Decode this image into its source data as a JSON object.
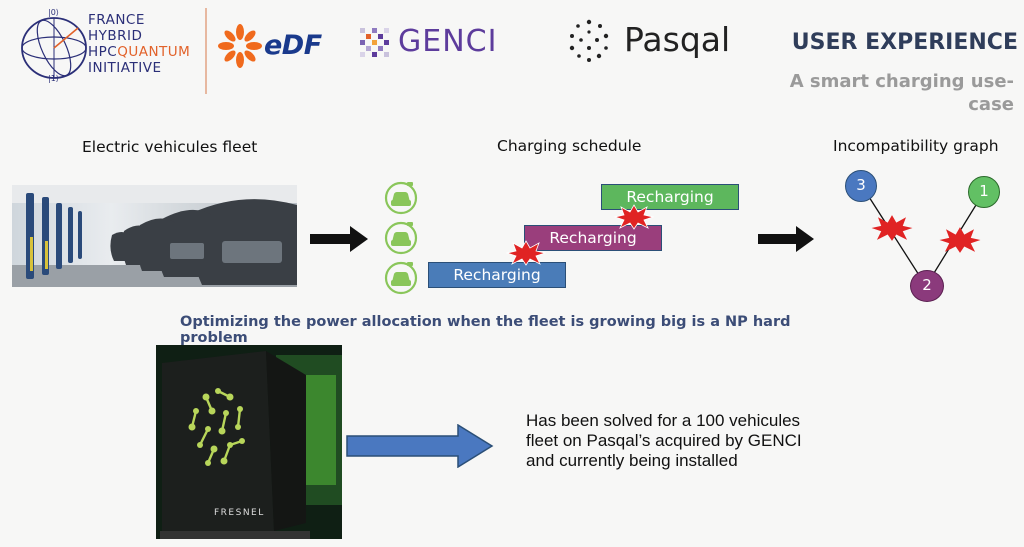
{
  "header": {
    "fh_logo": {
      "line1": "FRANCE",
      "line2": "HYBRID",
      "line3a": "HPC",
      "line3b": "QUANTUM",
      "line4": "INITIATIVE",
      "ket0": "|0⟩",
      "ket1": "|1⟩"
    },
    "edf_logo": "eDF",
    "genci_logo": "GENCI",
    "pasqal_logo": "Pasqal",
    "title": "USER EXPERIENCE",
    "subtitle_line1": "A smart charging use-",
    "subtitle_line2": "case"
  },
  "sections": {
    "fleet_label": "Electric vehicules fleet",
    "schedule_label": "Charging schedule",
    "graph_label": "Incompatibility graph"
  },
  "schedule": {
    "bars": [
      "Recharging",
      "Recharging",
      "Recharging"
    ]
  },
  "graph": {
    "nodes": [
      "3",
      "1",
      "2"
    ]
  },
  "optimizing_text": "Optimizing the power allocation when the fleet is growing big is a NP hard problem",
  "fresnel_label": "FRESNEL",
  "solved_text": {
    "line1": "Has been solved for a 100 vehicules",
    "line2": "fleet on Pasqal’s acquired by GENCI",
    "line3": "and currently being installed"
  },
  "colors": {
    "bar_blue": "#4a7cb8",
    "bar_purple": "#9a3e7c",
    "bar_green": "#5db75d",
    "node_blue": "#4a78c0",
    "node_green": "#62c064",
    "node_purple": "#8b3a7c",
    "clash_red": "#e02323",
    "icon_green": "#8ac65a"
  }
}
